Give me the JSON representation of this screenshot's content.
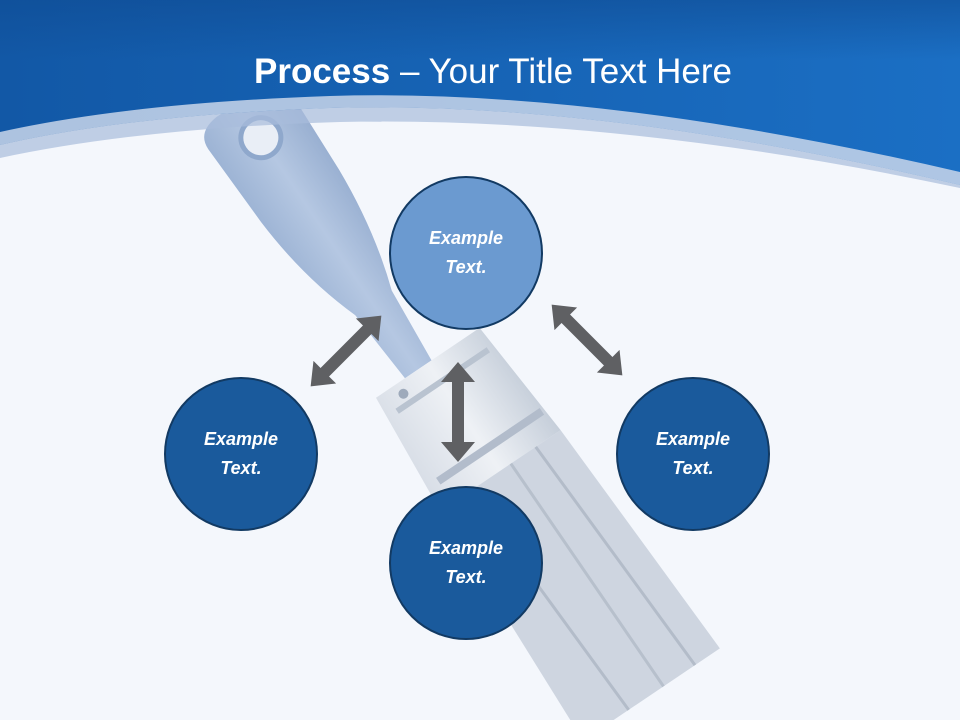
{
  "title": {
    "bold": "Process",
    "separator": " – ",
    "rest": "Your Title Text Here"
  },
  "nodes": {
    "top": {
      "line1": "Example",
      "line2": "Text."
    },
    "left": {
      "line1": "Example",
      "line2": "Text."
    },
    "bottom": {
      "line1": "Example",
      "line2": "Text."
    },
    "right": {
      "line1": "Example",
      "line2": "Text."
    }
  },
  "colors": {
    "header_blue": "#1565b5",
    "node_top": "#6b9ad0",
    "node_dark": "#1a5a9c",
    "arrow": "#5f6063"
  },
  "icons": [
    "paintbrush-image",
    "double-arrow-icon"
  ]
}
